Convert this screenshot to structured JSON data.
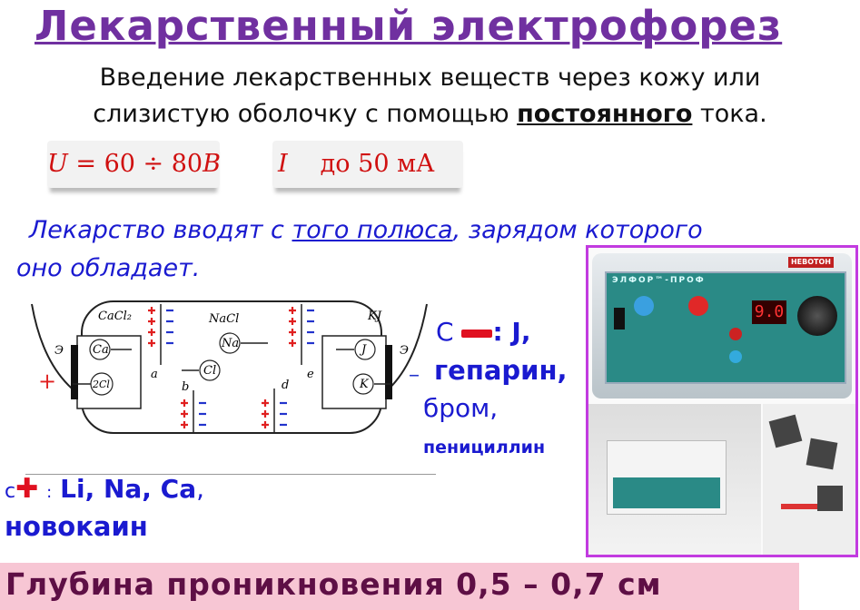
{
  "title": "Лекарственный электрофорез",
  "subtitle": {
    "line1": "Введение лекарственных веществ через кожу или",
    "line2_pre": "слизистую оболочку с помощью ",
    "line2_bold": "постоянного",
    "line2_post": " тока."
  },
  "formulas": {
    "voltage_symbol": "U",
    "voltage_value": "= 60 ÷ 80",
    "voltage_unit": "B",
    "current_symbol": "I",
    "current_value": "до 50 мА"
  },
  "rule": {
    "pre": "Лекарство вводят с ",
    "underlined": "того полюса",
    "post": ", зарядом которого",
    "line2": "оно обладает."
  },
  "diagram": {
    "left_solution": "CaCl₂",
    "center_solution": "NaCl",
    "right_solution": "KJ",
    "electrode_left": "Э",
    "electrode_right": "Э",
    "ions": {
      "ca": "Ca",
      "cl2": "2Cl",
      "na": "Na",
      "cl": "Cl",
      "j": "J",
      "k": "K"
    },
    "membranes": {
      "a": "a",
      "b": "b",
      "d": "d",
      "e": "e"
    },
    "plus": "+",
    "minus": "–"
  },
  "negative_pole": {
    "prefix": "С",
    "items_bold": ": J,",
    "item2": "гепарин,",
    "item3": "бром,",
    "item4": "пенициллин"
  },
  "positive_pole": {
    "prefix": "с",
    "colon": ":",
    "items": "Li, Na, Ca",
    "comma": ",",
    "item2": "новокаин"
  },
  "device": {
    "brand": "НЕВОТОН",
    "model": "ЭЛФОР™-ПРОФ",
    "display": "9.0"
  },
  "footer": "Глубина проникновения 0,5 – 0,7 см",
  "colors": {
    "title": "#7030a0",
    "accent_blue": "#1a1ad0",
    "red": "#d01010",
    "frame": "#c23be0",
    "footer_bg": "#f7c6d4"
  }
}
